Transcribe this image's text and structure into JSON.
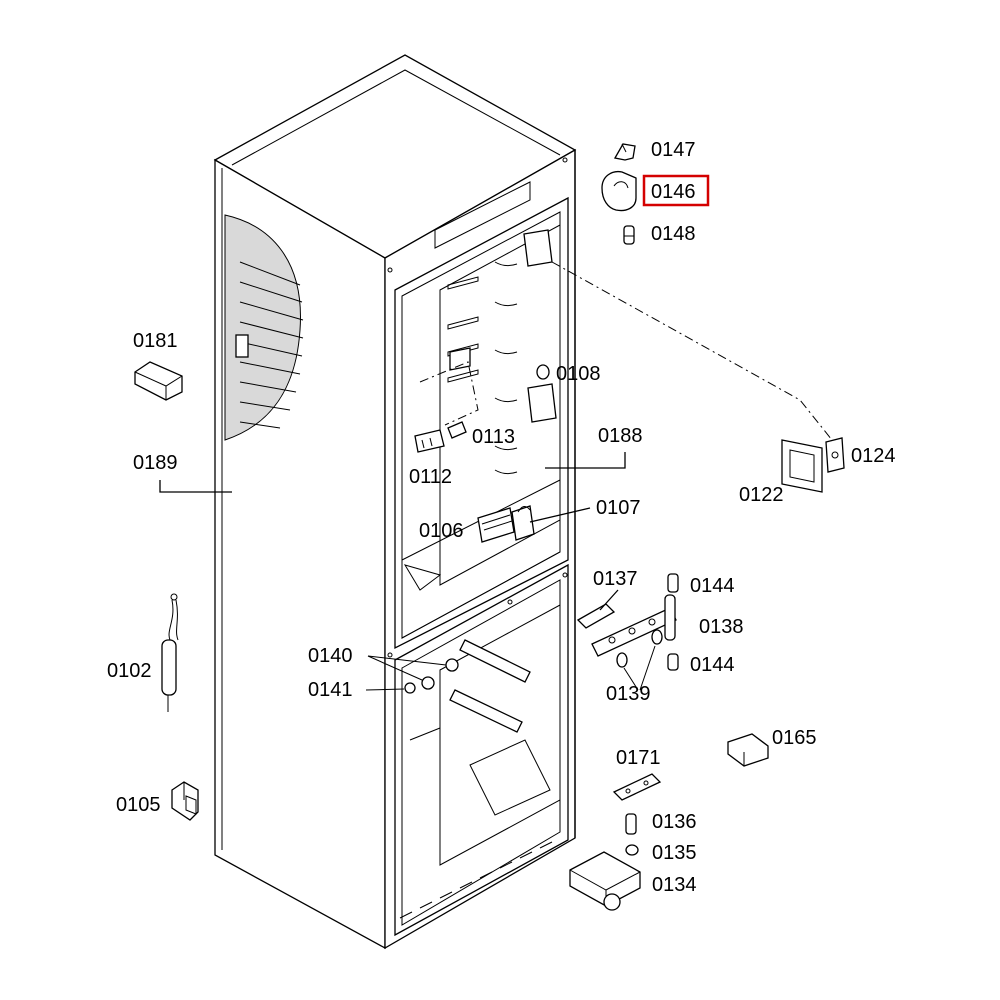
{
  "labels": {
    "l0147": "0147",
    "l0146": "0146",
    "l0148": "0148",
    "l0181": "0181",
    "l0189": "0189",
    "l0108": "0108",
    "l0188": "0188",
    "l0113": "0113",
    "l0112": "0112",
    "l0124": "0124",
    "l0122": "0122",
    "l0107": "0107",
    "l0106": "0106",
    "l0137": "0137",
    "l0144a": "0144",
    "l0138": "0138",
    "l0144b": "0144",
    "l0139": "0139",
    "l0140": "0140",
    "l0141": "0141",
    "l0102": "0102",
    "l0165": "0165",
    "l0171": "0171",
    "l0105": "0105",
    "l0136": "0136",
    "l0135": "0135",
    "l0134": "0134"
  },
  "highlight": {
    "label": "0146",
    "color": "#d40000"
  }
}
